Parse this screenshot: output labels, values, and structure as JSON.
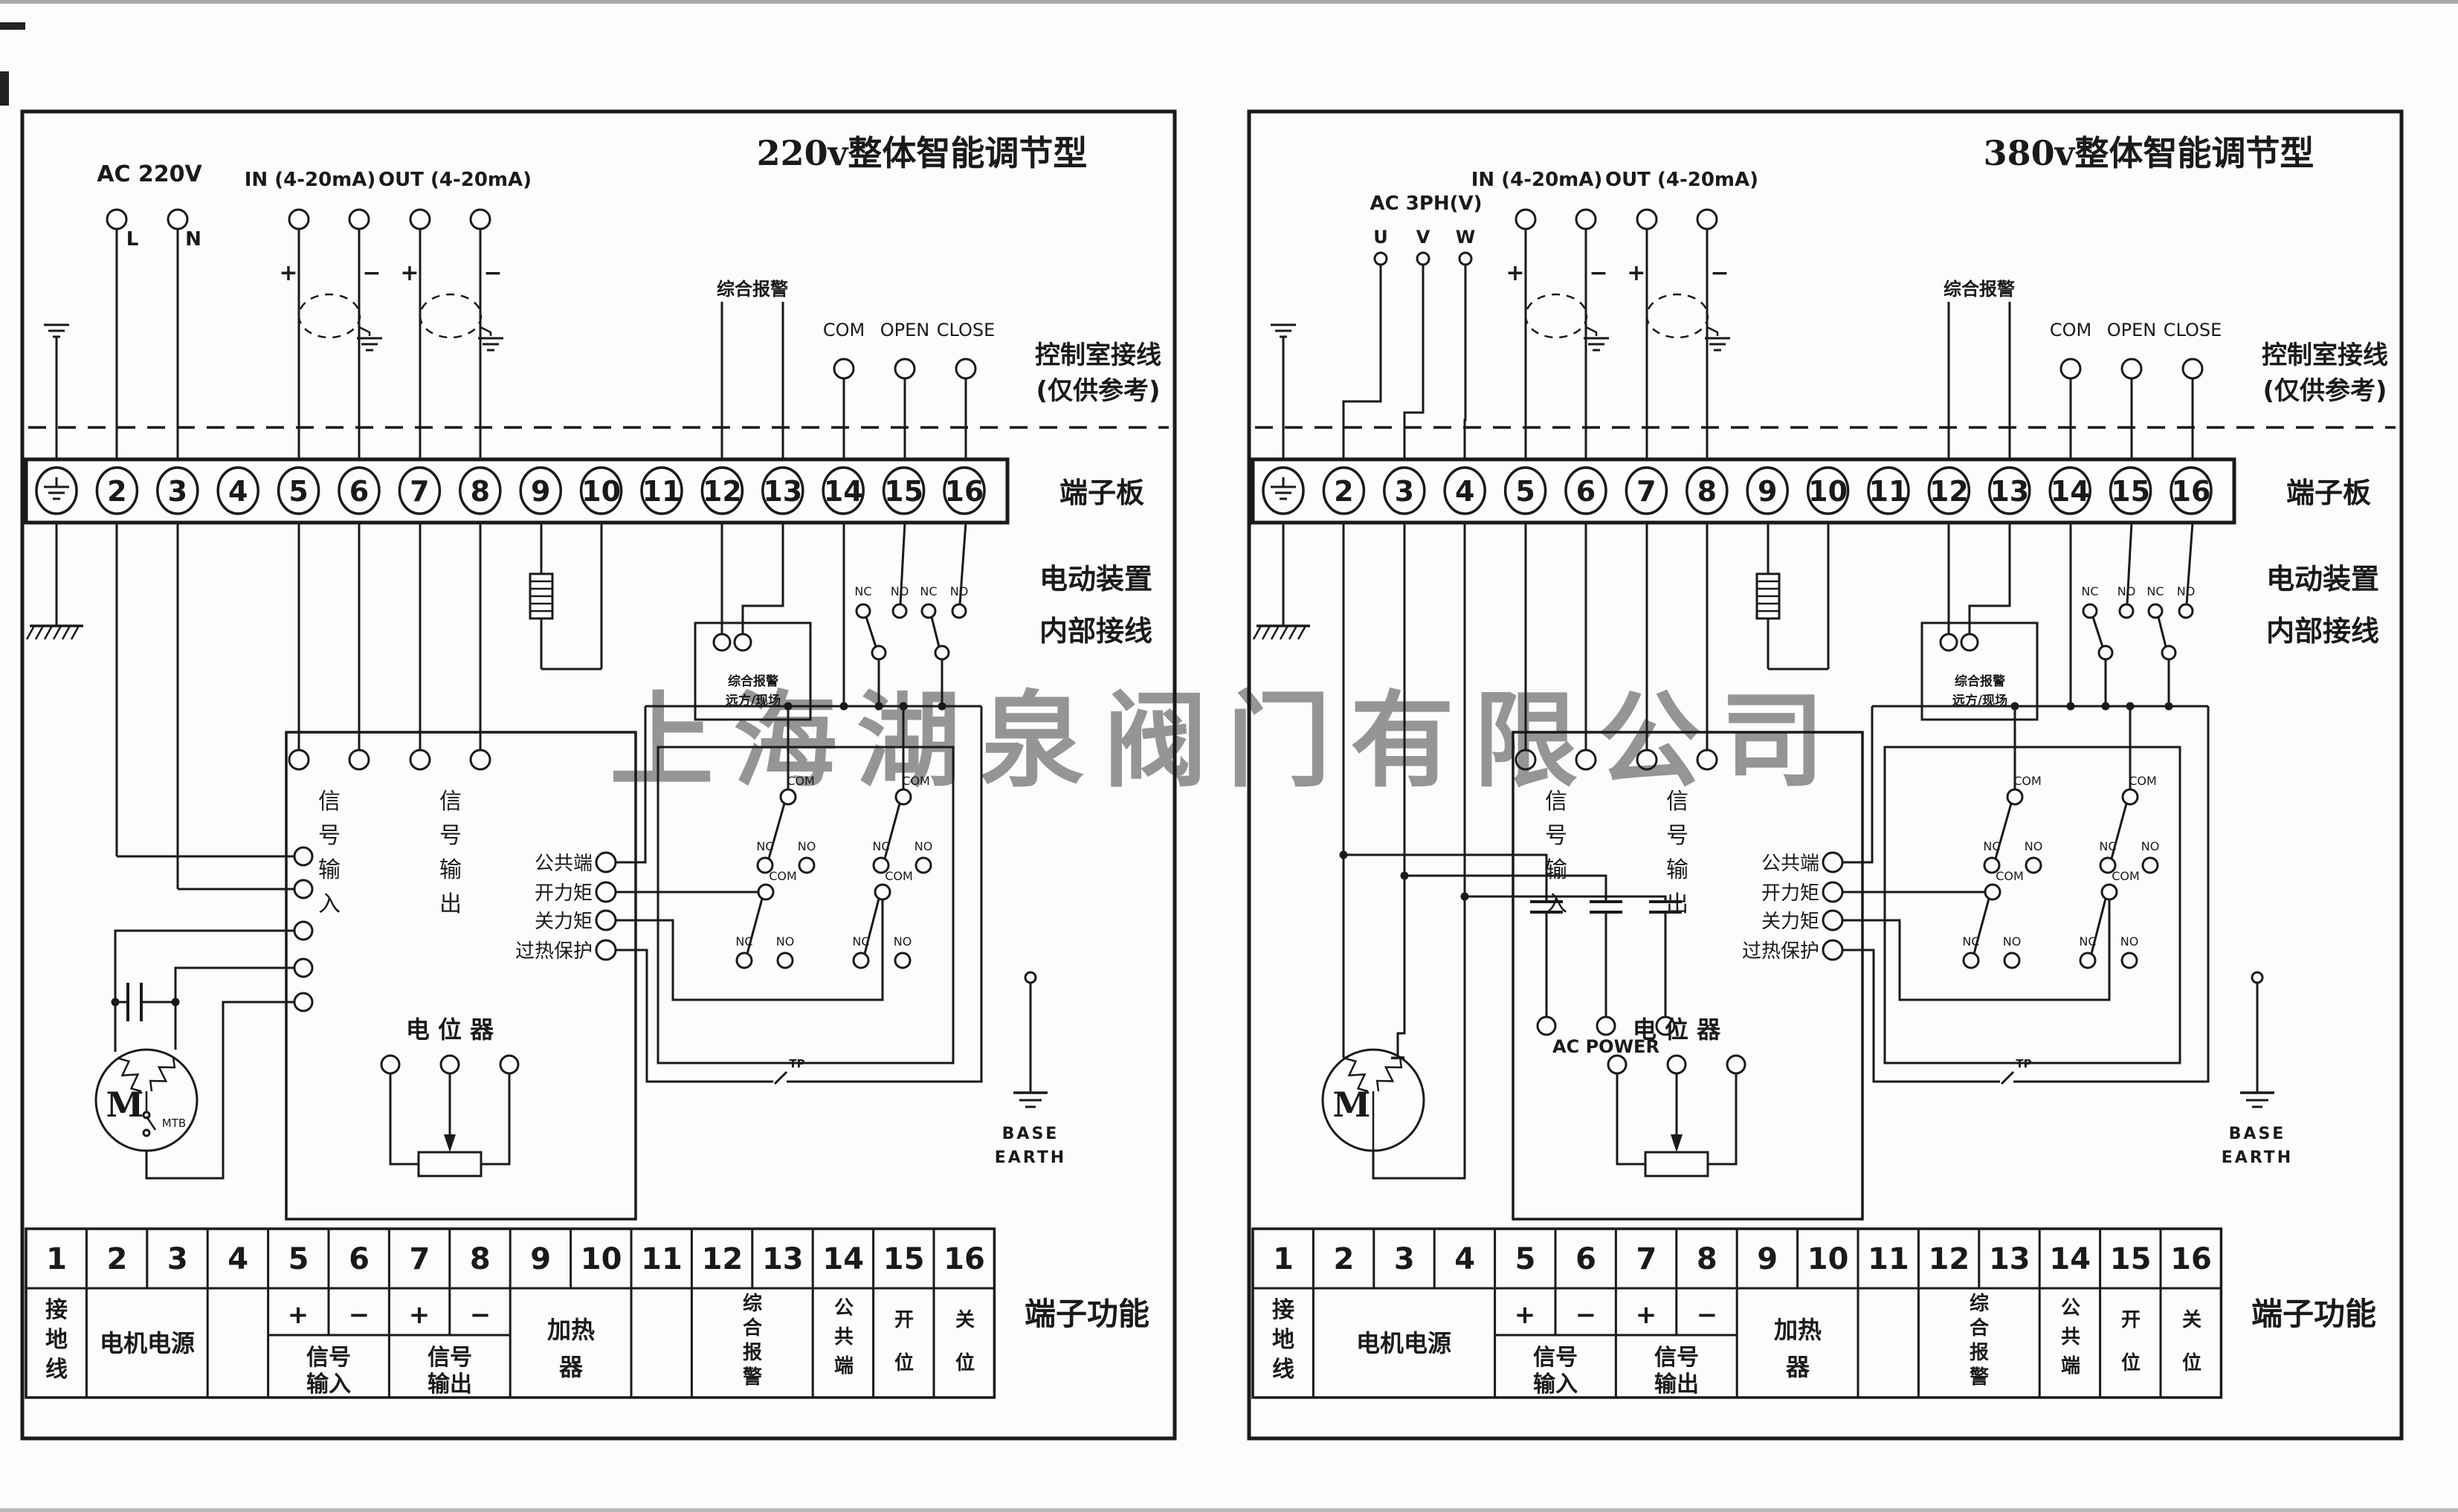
{
  "watermark": "上海湖泉阀门有限公司",
  "colors": {
    "ink": "#1a1a1a",
    "watermark": "#9c9c9c",
    "paper": "#fcfcfc"
  },
  "shared": {
    "in_label": "IN (4-20mA)",
    "out_label": "OUT (4-20mA)",
    "plus": "+",
    "minus": "−",
    "alarm_label": "综合报警",
    "com": "COM",
    "open": "OPEN",
    "close": "CLOSE",
    "ctrl_room_1": "控制室接线",
    "ctrl_room_2": "(仅供参考)",
    "terminal_board": "端子板",
    "device_line_1": "电动装置",
    "device_line_2": "内部接线",
    "alarm_box_line_1": "综合报警",
    "alarm_box_line_2": "远方/现场",
    "nc": "NC",
    "no": "NO",
    "com_switch": "COM",
    "tp": "TP",
    "signal_in": "信号输入",
    "signal_out": "信号输出",
    "common_terminal": "公共端",
    "open_torque": "开力矩",
    "close_torque": "关力矩",
    "overheat_protect": "过热保护",
    "potentiometer": "电 位 器",
    "motor_letter": "M",
    "mtb": "MTB",
    "ac_power": "AC POWER",
    "base_line_1": "BASE",
    "base_line_2": "EARTH"
  },
  "panels": {
    "left": {
      "title": "220v整体智能调节型",
      "power_label": "AC 220V",
      "phase_1": "L",
      "phase_2": "N"
    },
    "right": {
      "title": "380v整体智能调节型",
      "power_label": "AC 3PH(V)",
      "phase_1": "U",
      "phase_2": "V",
      "phase_3": "W"
    }
  },
  "table": {
    "numbers": [
      "1",
      "2",
      "3",
      "4",
      "5",
      "6",
      "7",
      "8",
      "9",
      "10",
      "11",
      "12",
      "13",
      "14",
      "15",
      "16"
    ],
    "ground_wire": "接地线",
    "motor_power": "电机电源",
    "signal_in": "信号输入",
    "signal_out": "信号输出",
    "heater": "加热器",
    "alarm": "综合报警",
    "common": "公共端",
    "open_pos": "开位",
    "close_pos": "关位",
    "title": "端子功能"
  }
}
